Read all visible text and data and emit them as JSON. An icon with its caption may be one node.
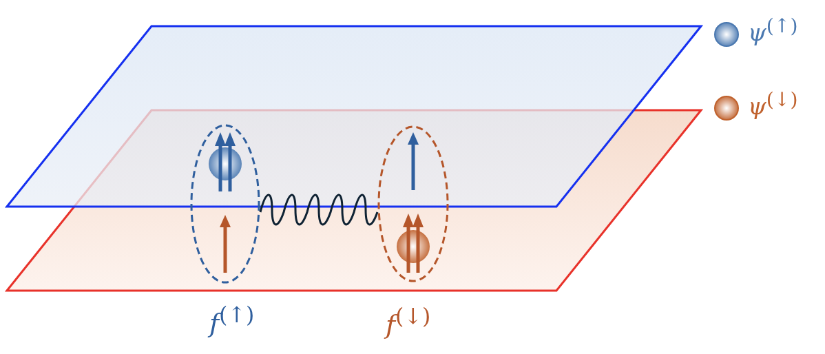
{
  "diagram": {
    "nodes": [
      {
        "text": [
          "*f*$^{(↑)}$"
        ]
      },
      {
        "text": [
          "*f*$^{(↓)}$"
        ]
      }
    ],
    "edges": [
      {
        "from": 0,
        "to": 1,
        "arrow": "none"
      }
    ],
    "legend": [
      {
        "text": "*ψ*$^{(↑)}$",
        "color": "#4a78b0"
      },
      {
        "text": "*ψ*$^{(↓)}$",
        "color": "#c0622e"
      }
    ]
  }
}
